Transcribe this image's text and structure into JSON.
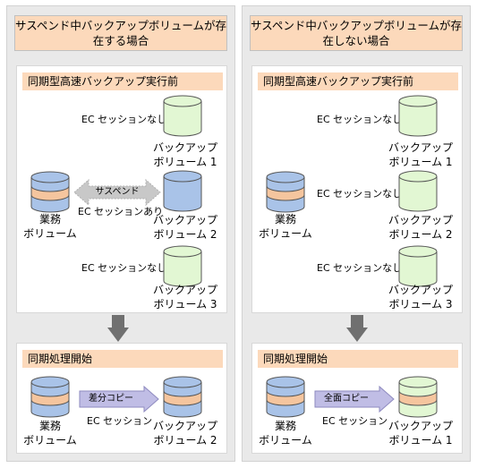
{
  "colors": {
    "header_fill": "#fcd9bb",
    "panel_bg": "#e9e9e9",
    "backup_volume_green": "#e2f7d3",
    "backup_volume_blue": "#a9c3e8",
    "business_volume_blue": "#a9c3e8",
    "business_volume_band": "#f5c59e",
    "suspend_arrow_grey": "#c8c8c8",
    "copy_arrow_purple": "#c0bde5",
    "transition_arrow_grey": "#707070"
  },
  "left": {
    "title": "サスペンド中バックアップボリュームが存在する場合",
    "before": {
      "heading": "同期型高速バックアップ実行前",
      "suspend_label": "サスペンド",
      "business_volume": "業務ボリューム",
      "backups": [
        {
          "session": "EC セッションなし",
          "line1": "バックアップ",
          "line2": "ボリューム 1"
        },
        {
          "session": "EC セッションあり",
          "line1": "バックアップ",
          "line2": "ボリューム 2"
        },
        {
          "session": "EC セッションなし",
          "line1": "バックアップ",
          "line2": "ボリューム 3"
        }
      ]
    },
    "after": {
      "heading": "同期処理開始",
      "copy_label": "差分コピー",
      "session": "EC セッション",
      "business_volume": "業務ボリューム",
      "target_line1": "バックアップ",
      "target_line2": "ボリューム 2"
    }
  },
  "right": {
    "title": "サスペンド中バックアップボリュームが存在しない場合",
    "before": {
      "heading": "同期型高速バックアップ実行前",
      "business_volume": "業務ボリューム",
      "backups": [
        {
          "session": "EC セッションなし",
          "line1": "バックアップ",
          "line2": "ボリューム 1"
        },
        {
          "session": "EC セッションなし",
          "line1": "バックアップ",
          "line2": "ボリューム 2"
        },
        {
          "session": "EC セッションなし",
          "line1": "バックアップ",
          "line2": "ボリューム 3"
        }
      ]
    },
    "after": {
      "heading": "同期処理開始",
      "copy_label": "全面コピー",
      "session": "EC セッション",
      "business_volume": "業務ボリューム",
      "target_line1": "バックアップ",
      "target_line2": "ボリューム 1"
    }
  }
}
